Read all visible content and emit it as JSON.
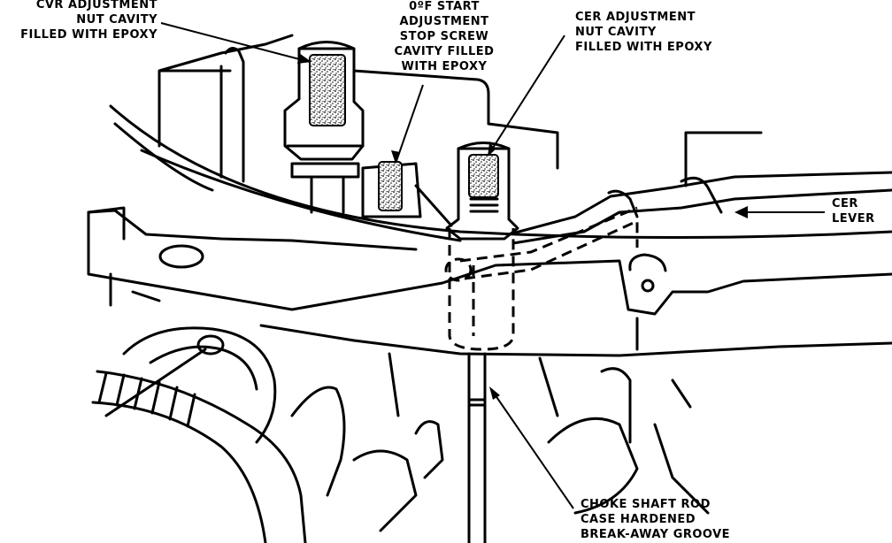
{
  "colors": {
    "ink": "#000000",
    "paper": "#ffffff"
  },
  "labels": {
    "cvr": [
      "CVR ADJUSTMENT",
      "NUT CAVITY",
      "FILLED WITH EPOXY"
    ],
    "start_stop": [
      "0ºF START",
      "ADJUSTMENT",
      "STOP SCREW",
      "CAVITY FILLED",
      "WITH EPOXY"
    ],
    "cer_nut": [
      "CER ADJUSTMENT",
      "NUT CAVITY",
      "FILLED WITH EPOXY"
    ],
    "cer_lever": [
      "CER",
      "LEVER"
    ],
    "choke": [
      "CHOKE SHAFT ROD",
      "CASE HARDENED",
      "BREAK-AWAY GROOVE"
    ]
  }
}
